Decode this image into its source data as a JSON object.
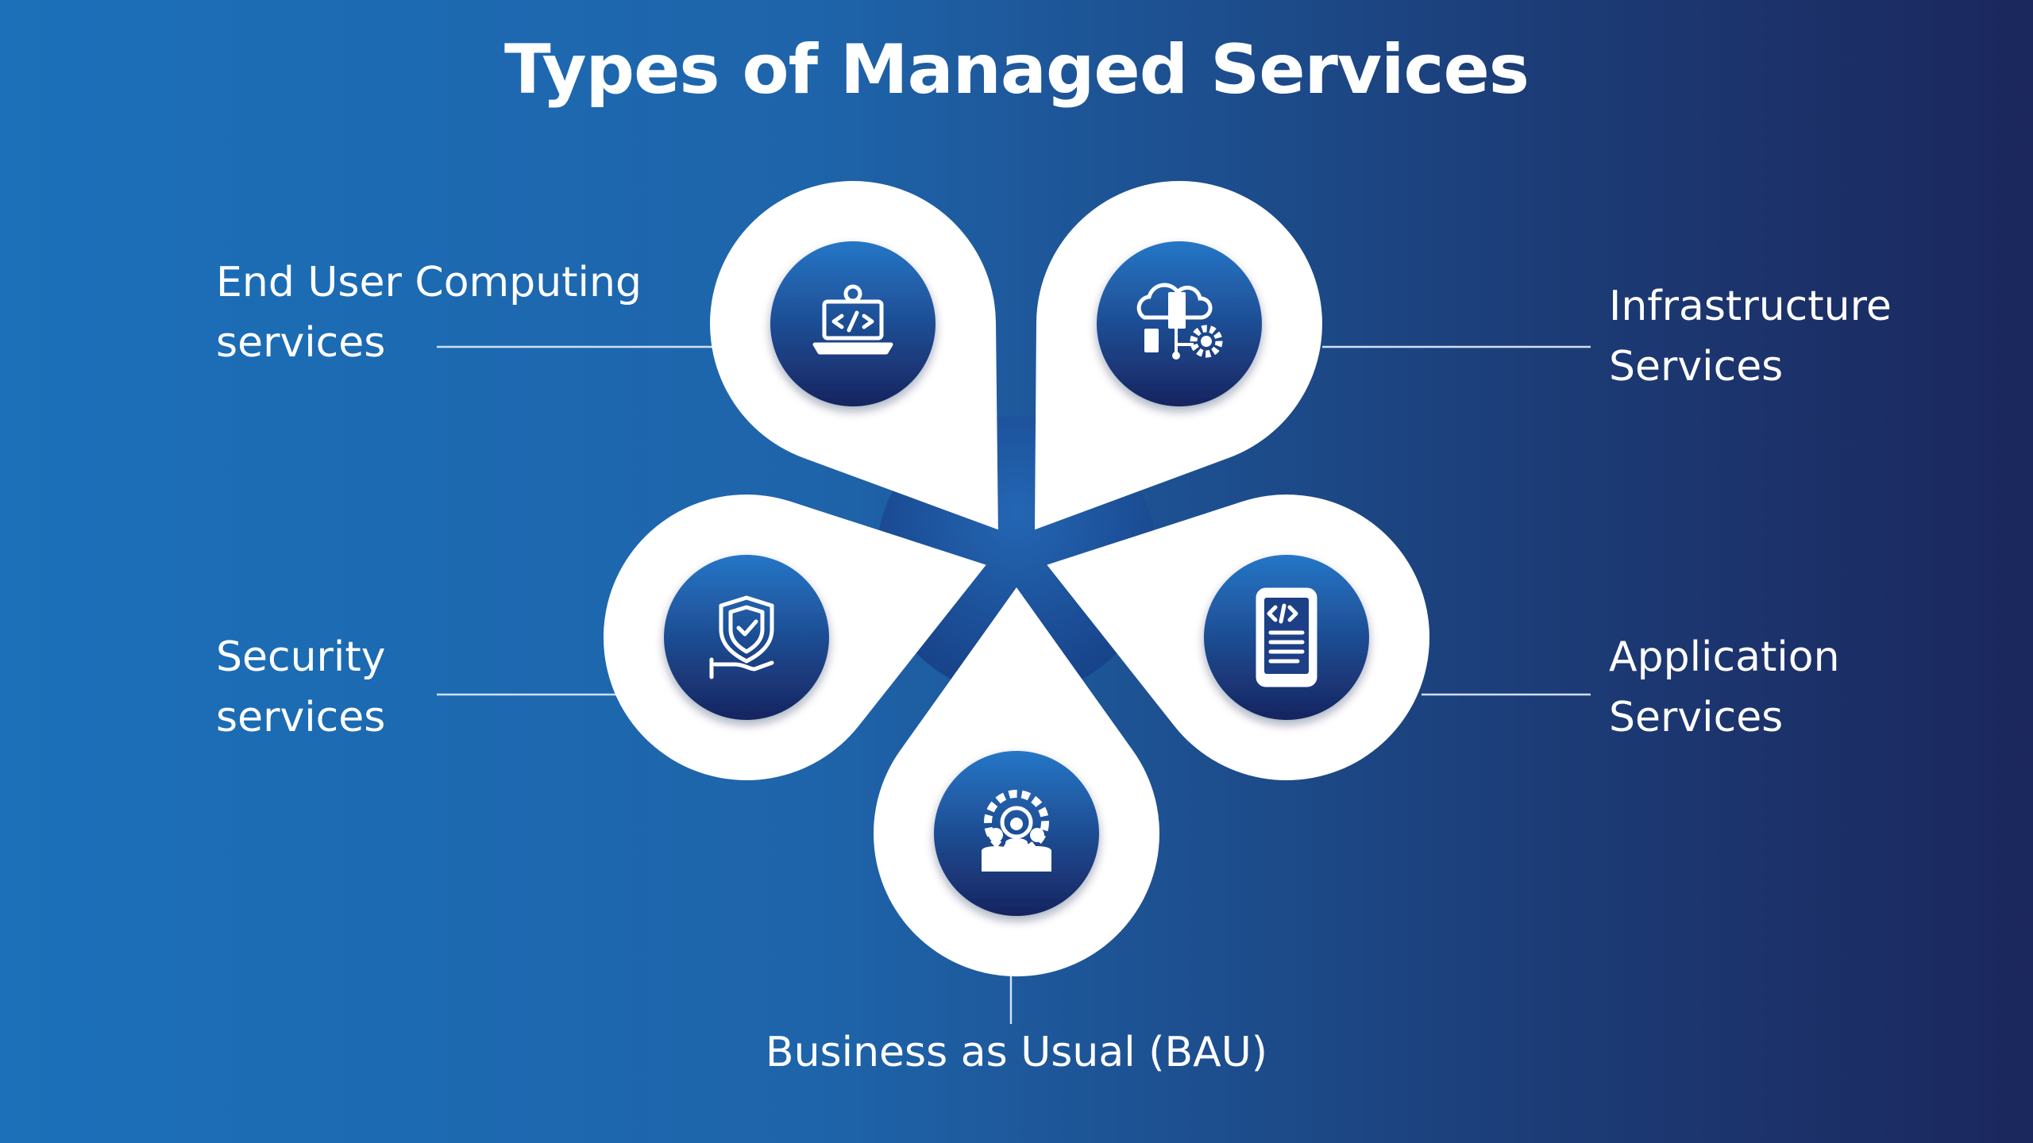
{
  "title": "Types of Managed Services",
  "colors": {
    "background_start": "#1b70b9",
    "background_end": "#1b275d",
    "petal": "#ffffff",
    "icon_circle_top": "#2372c3",
    "icon_circle_bottom": "#17245c",
    "hub": "#1d4f98"
  },
  "services": [
    {
      "key": "end_user",
      "lines": [
        "End User Computing",
        "services"
      ],
      "icon": "laptop-code-icon"
    },
    {
      "key": "infrastructure",
      "lines": [
        "Infrastructure",
        "Services"
      ],
      "icon": "cloud-server-gear-icon"
    },
    {
      "key": "security",
      "lines": [
        "Security",
        "services"
      ],
      "icon": "shield-hand-icon"
    },
    {
      "key": "application",
      "lines": [
        "Application",
        "Services"
      ],
      "icon": "mobile-code-icon"
    },
    {
      "key": "bau",
      "lines": [
        "Business as Usual (BAU)"
      ],
      "icon": "team-gear-icon"
    }
  ]
}
